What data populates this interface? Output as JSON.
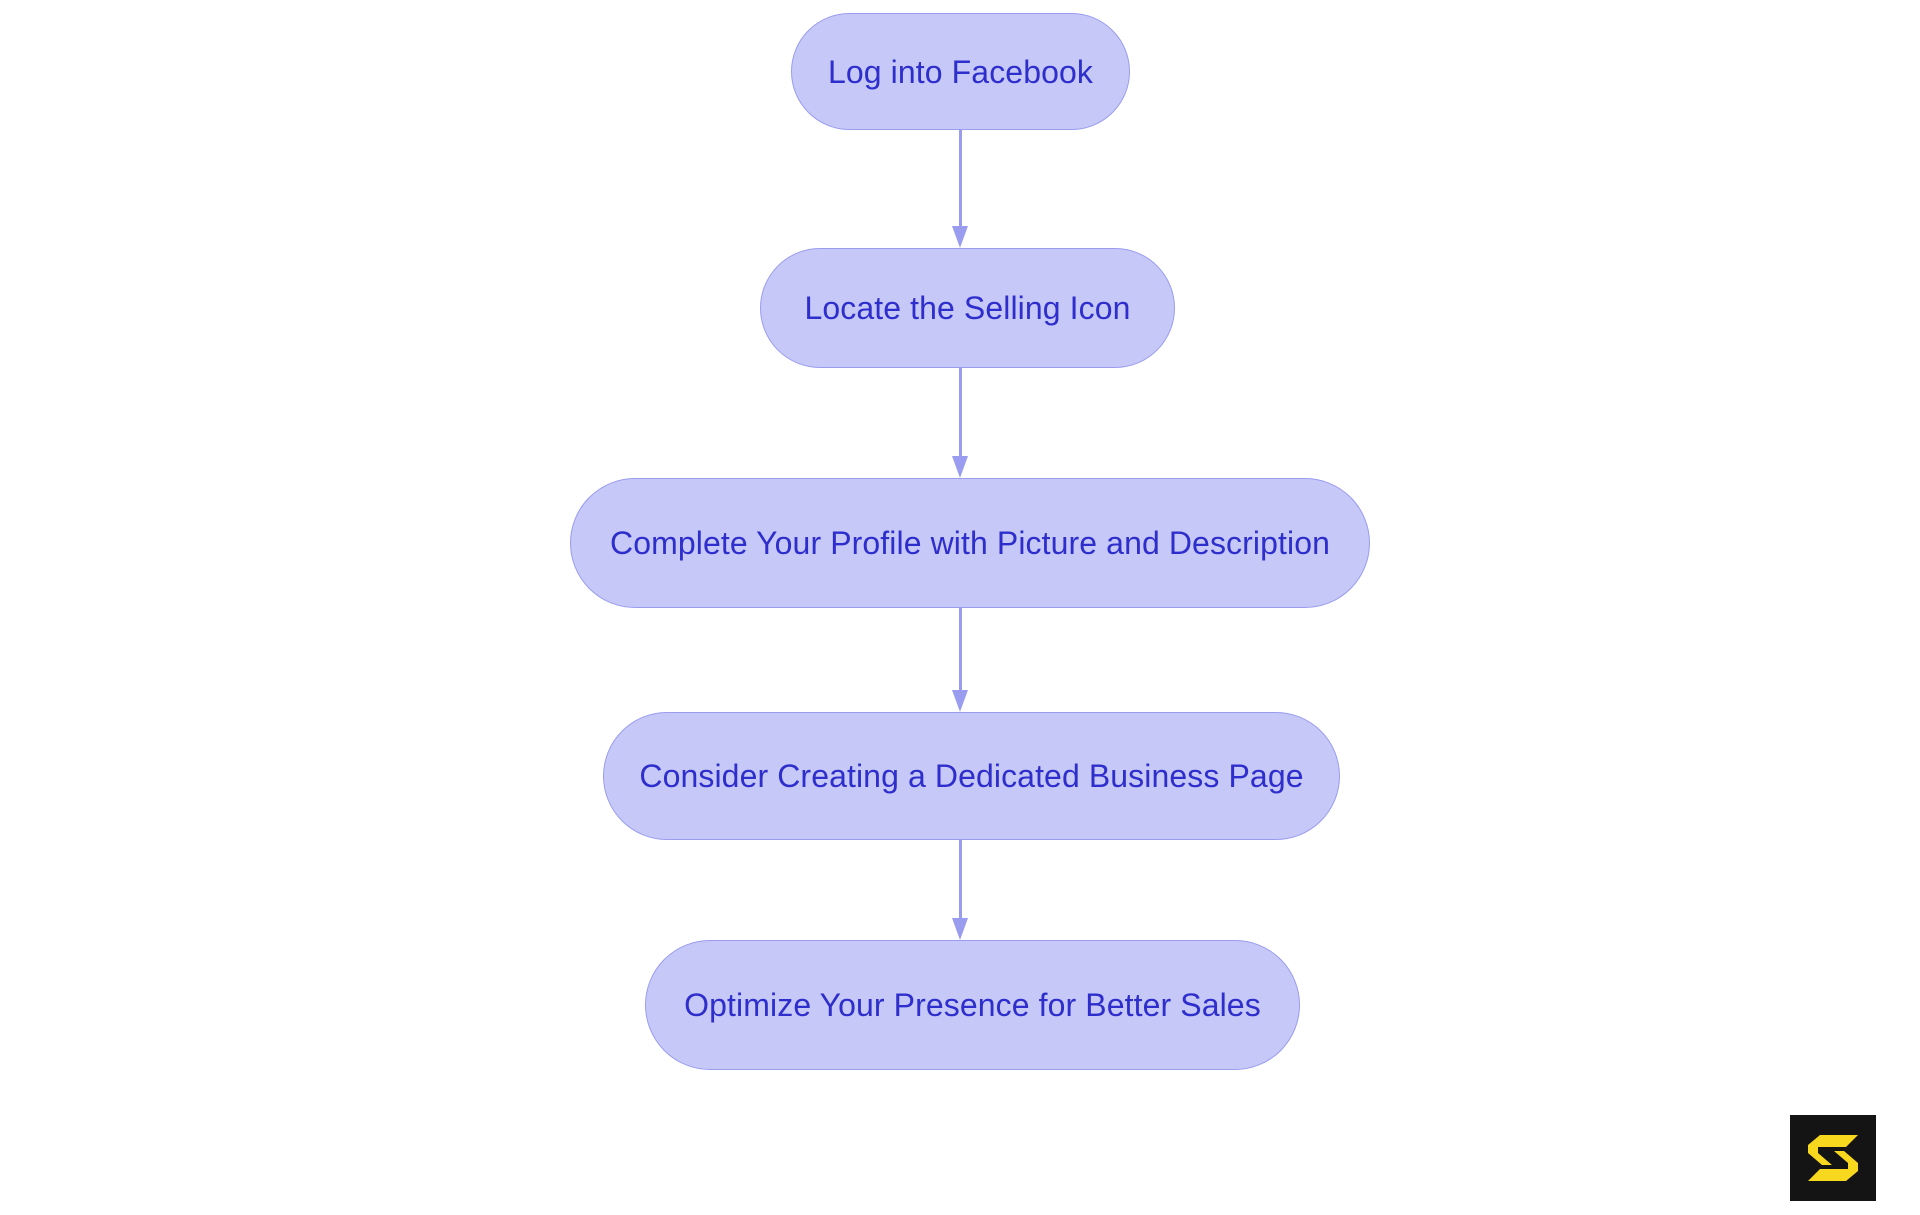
{
  "diagram": {
    "type": "flowchart",
    "orientation": "top-to-bottom",
    "background_color": "#ffffff",
    "node_fill_color": "#c6c8f8",
    "node_border_color": "#9a9cf0",
    "node_text_color": "#2e2ecc",
    "connector_color": "#9a9cf0",
    "nodes": [
      {
        "id": "step-1",
        "label": "Log into Facebook"
      },
      {
        "id": "step-2",
        "label": "Locate the Selling Icon"
      },
      {
        "id": "step-3",
        "label": "Complete Your Profile with Picture and Description"
      },
      {
        "id": "step-4",
        "label": "Consider Creating a Dedicated Business Page"
      },
      {
        "id": "step-5",
        "label": "Optimize Your Presence for Better Sales"
      }
    ],
    "edges": [
      {
        "from": "step-1",
        "to": "step-2"
      },
      {
        "from": "step-2",
        "to": "step-3"
      },
      {
        "from": "step-3",
        "to": "step-4"
      },
      {
        "from": "step-4",
        "to": "step-5"
      }
    ]
  },
  "watermark": {
    "icon": "letter-s-logo-icon",
    "letter": "S",
    "background_color": "#141414",
    "mark_color": "#f7d81f"
  }
}
